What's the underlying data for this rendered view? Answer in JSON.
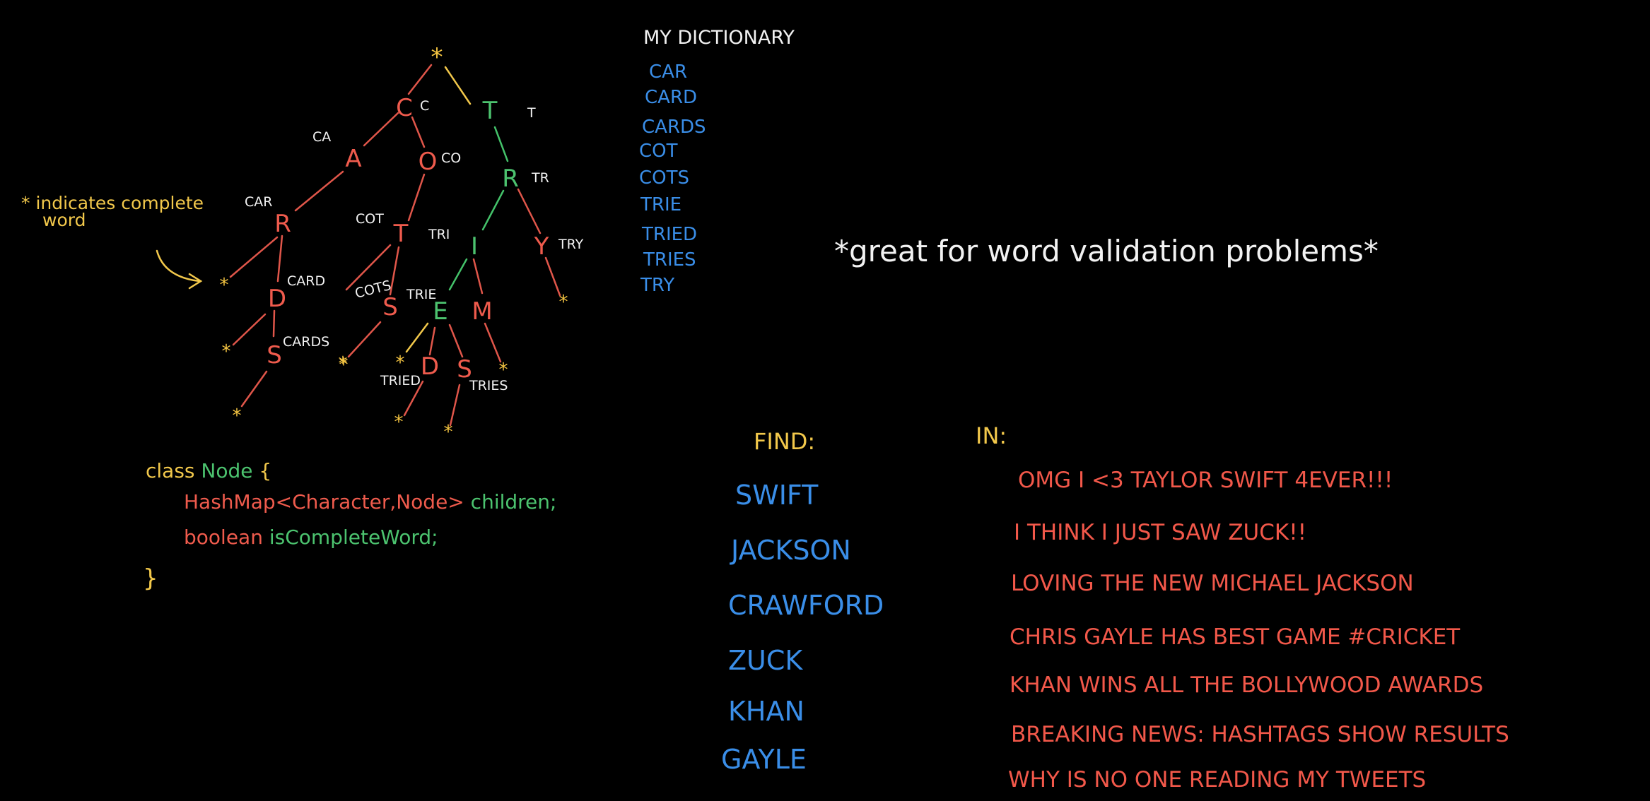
{
  "colors": {
    "background": "#000000",
    "edge_red": "#e0564a",
    "edge_green": "#44c26a",
    "edge_yellow": "#f2c84b",
    "node_red": "#ef5b4d",
    "node_green": "#4cc36f",
    "star": "#f5c542",
    "label": "#f2f2f2",
    "dictionary": "#3a8ee8",
    "find": "#3a8ee8",
    "tweets": "#f2584a",
    "annotation": "#f2c84b"
  },
  "trie": {
    "root": "*",
    "nodes": {
      "C": "C",
      "A": "A",
      "R": "R",
      "D": "D",
      "S1": "S",
      "O": "O",
      "T1": "T",
      "S2": "S",
      "T2": "T",
      "R2": "R",
      "I": "I",
      "E": "E",
      "D2": "D",
      "S3": "S",
      "M": "M",
      "Y": "Y"
    },
    "labels": {
      "C": "C",
      "T2": "T",
      "A": "CA",
      "O": "CO",
      "R": "CAR",
      "T1": "COT",
      "R2": "TR",
      "I": "TRI",
      "Y": "TRY",
      "D": "CARD",
      "S2": "COTS",
      "E": "TRIE",
      "S1": "CARDS",
      "D2": "TRIED",
      "S3": "TRIES"
    },
    "star": "*",
    "legend_line1": "* indicates complete",
    "legend_line2": "word"
  },
  "code": {
    "line1_kw": "class ",
    "line1_name": "Node",
    "line1_brace": " {",
    "line2_type": "HashMap<Character,Node>",
    "line2_field": " children;",
    "line3_type": "boolean ",
    "line3_field": "isCompleteWord;",
    "line4": "}"
  },
  "dictionary": {
    "title": "MY DICTIONARY",
    "words": [
      "CAR",
      "CARD",
      "CARDS",
      "COT",
      "COTS",
      "TRIE",
      "TRIED",
      "TRIES",
      "TRY"
    ]
  },
  "note": "*great for word validation problems*",
  "find": {
    "title": "FIND:",
    "words": [
      "SWIFT",
      "JACKSON",
      "CRAWFORD",
      "ZUCK",
      "KHAN",
      "GAYLE"
    ]
  },
  "in": {
    "title": "IN:",
    "lines": [
      "OMG I <3 TAYLOR SWIFT 4EVER!!!",
      "I THINK I JUST SAW ZUCK!!",
      "LOVING THE NEW MICHAEL JACKSON",
      "CHRIS GAYLE HAS BEST GAME #CRICKET",
      "KHAN WINS ALL THE BOLLYWOOD AWARDS",
      "BREAKING NEWS: HASHTAGS SHOW RESULTS",
      "WHY IS NO ONE READING MY TWEETS"
    ]
  }
}
